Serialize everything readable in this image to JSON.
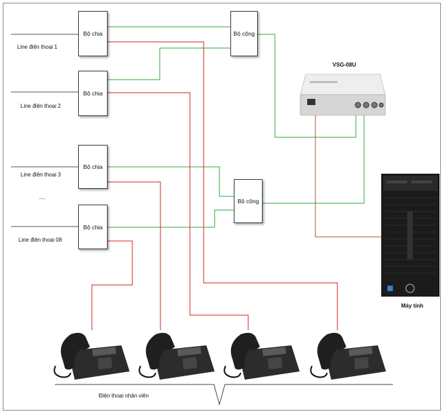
{
  "lines": [
    {
      "label": "Line điện thoại 1"
    },
    {
      "label": "Line điện thoại 2"
    },
    {
      "label": "Line điện thoại 3"
    },
    {
      "label": "Line điện thoại 08"
    }
  ],
  "ellipsis": "....",
  "splitter_label": "Bộ chia",
  "combiner_label": "Bộ cộng",
  "device": {
    "name": "VSG-08U"
  },
  "computer": {
    "label": "Máy tính"
  },
  "phones": {
    "label": "Điện thoại nhân viên",
    "count": 4
  },
  "colors": {
    "green": "#2eaa3a",
    "red": "#d42020",
    "brown": "#a0592b",
    "line": "#555555"
  }
}
